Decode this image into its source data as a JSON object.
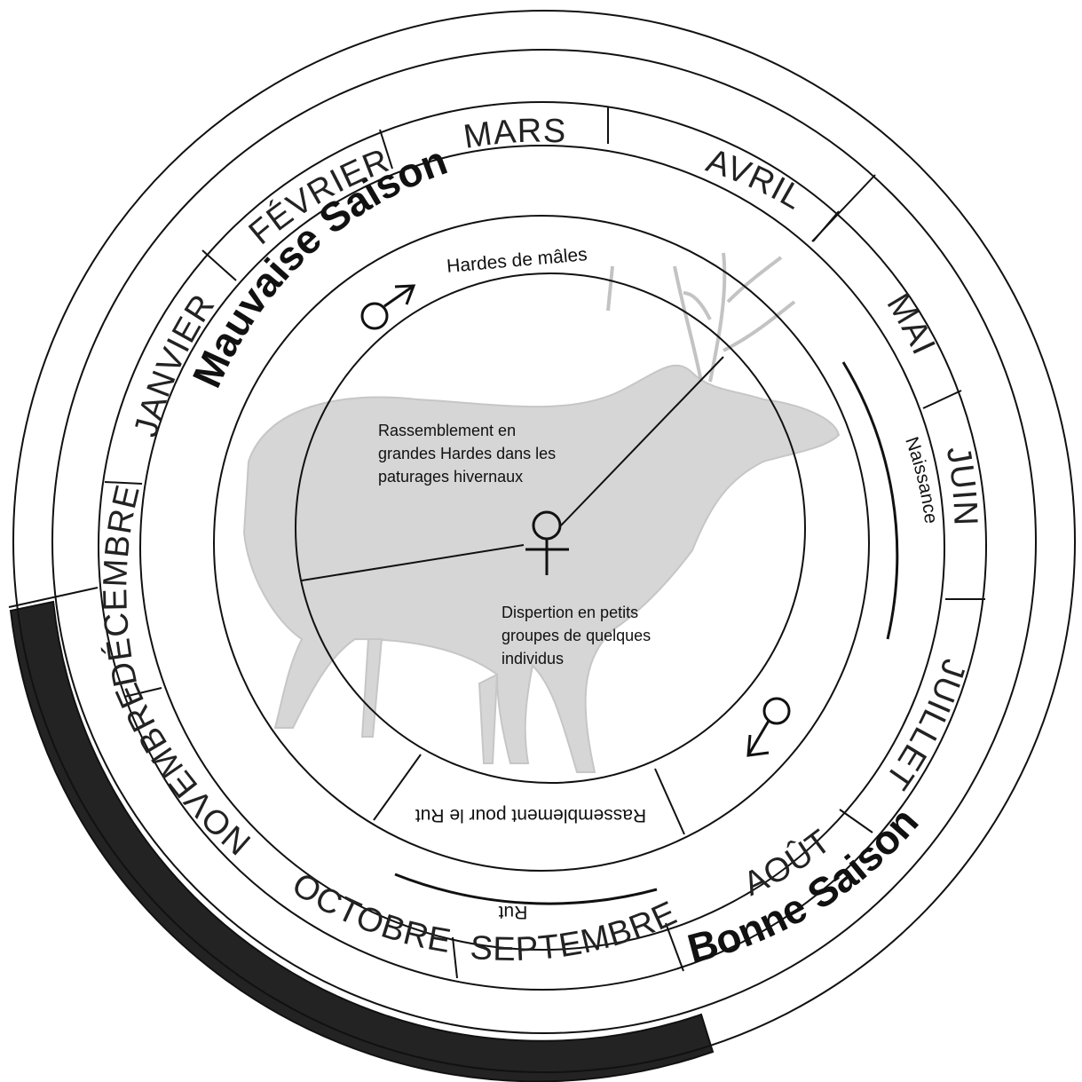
{
  "seasons": {
    "bad": "Mauvaise Saison",
    "good": "Bonne Saison"
  },
  "months": {
    "jan": "JANVIER",
    "feb": "FÉVRIER",
    "mar": "MARS",
    "apr": "AVRIL",
    "may": "MAI",
    "jun": "JUIN",
    "jul": "JUILLET",
    "aug": "AOÛT",
    "sep": "SEPTEMBRE",
    "oct": "OCTOBRE",
    "nov": "NOVEMBRE",
    "dec": "DÉCEMBRE"
  },
  "events": {
    "males_herds": "Hardes de mâles",
    "birth": "Naissance",
    "rut_gathering": "Rassemblement pour le Rut",
    "rut": "Rut"
  },
  "notes": {
    "winter": [
      "Rassemblement en",
      "grandes Hardes dans les",
      "paturages hivernaux"
    ],
    "dispersal": [
      "Dispertion en petits",
      "groupes de quelques",
      "individus"
    ]
  },
  "symbols": {
    "male": "male-symbol",
    "female": "female-symbol",
    "deer": "deer-illustration"
  },
  "colors": {
    "ink": "#111111",
    "bad_season_band": "#232323",
    "deer": "#c8c8c8"
  }
}
